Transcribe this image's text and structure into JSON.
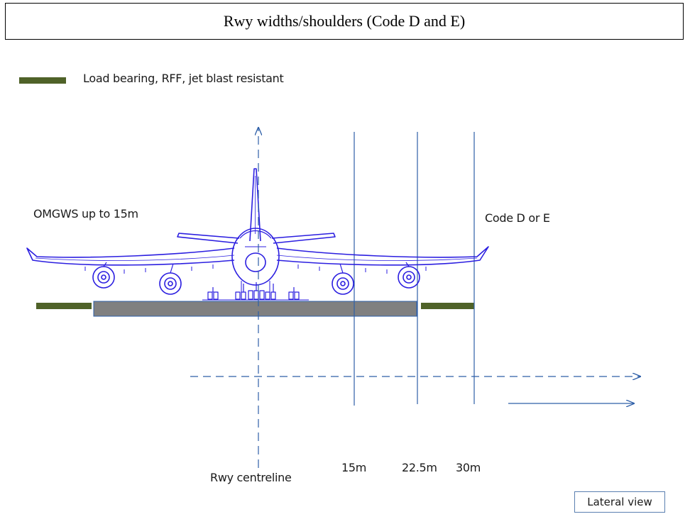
{
  "title": "Rwy widths/shoulders (Code D and E)",
  "legend": {
    "label": "Load bearing,  RFF, jet blast resistant",
    "swatch_color": "#4f6228"
  },
  "labels": {
    "omgws": "OMGWS up to 15m",
    "code": "Code D or E",
    "centreline": "Rwy centreline",
    "lateral_view": "Lateral view"
  },
  "distances": [
    "15m",
    "22.5m",
    "30m"
  ],
  "colors": {
    "runway": "#808080",
    "shoulder": "#4f6228",
    "line": "#2e5fa8",
    "aircraft": "#2b1ee0"
  }
}
